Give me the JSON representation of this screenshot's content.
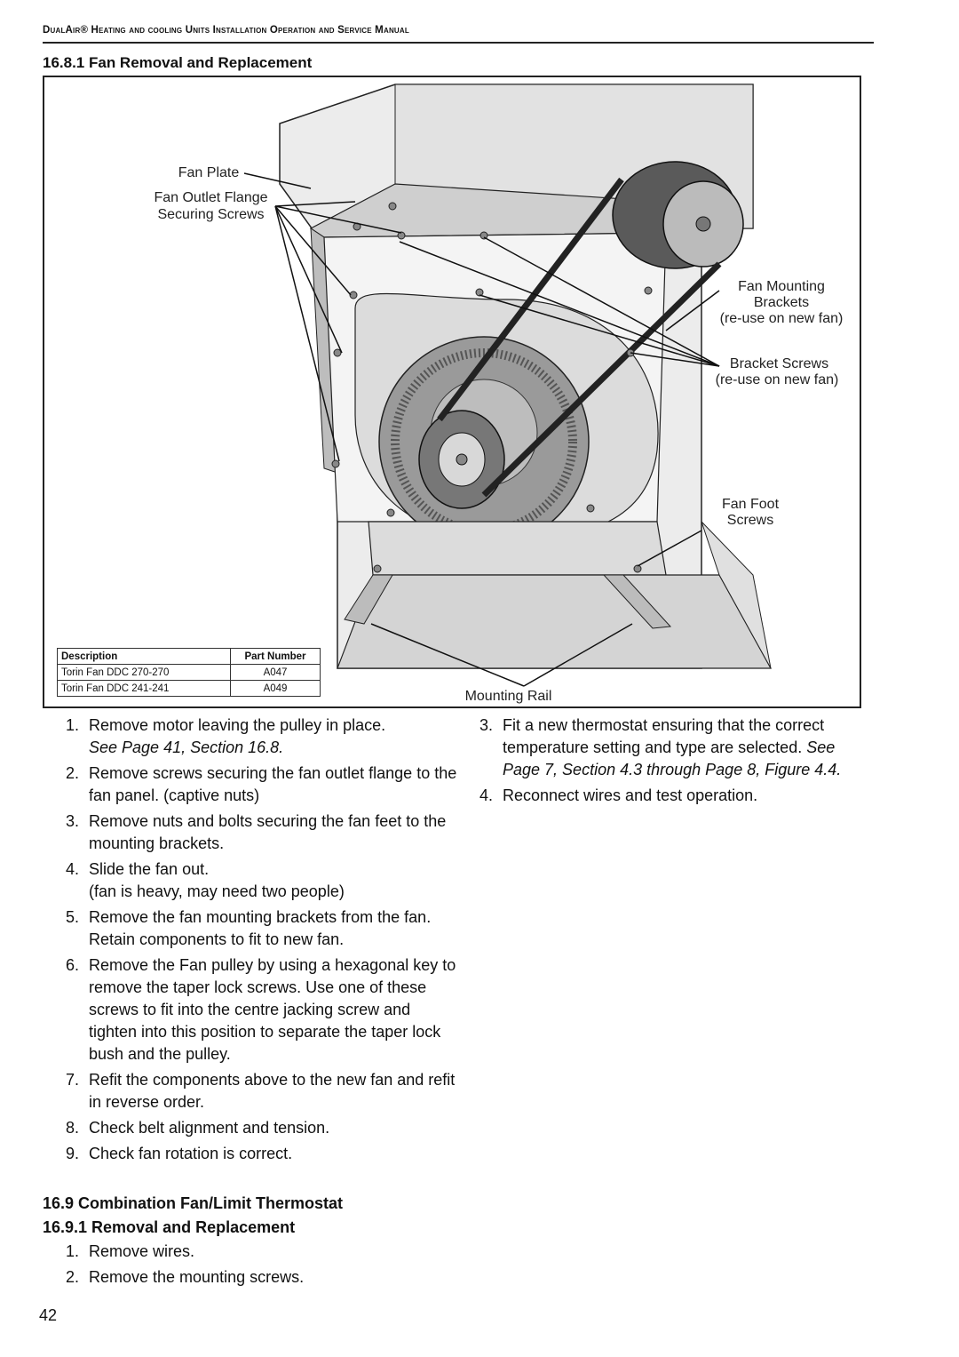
{
  "header": {
    "title": "DualAir® Heating and cooling Units Installation Operation and Service Manual"
  },
  "section_title": "16.8.1 Fan Removal and Replacement",
  "figure": {
    "labels": {
      "fan_plate": "Fan Plate",
      "fan_outlet_flange": "Fan Outlet Flange",
      "securing_screws": "Securing Screws",
      "fan_mounting": "Fan Mounting",
      "brackets": "Brackets",
      "reuse1": "(re-use on new fan)",
      "bracket_screws": "Bracket Screws",
      "reuse2": "(re-use on new fan)",
      "fan_foot": "Fan Foot",
      "screws": "Screws",
      "mounting_rail": "Mounting Rail"
    },
    "table": {
      "headers": [
        "Description",
        "Part Number"
      ],
      "rows": [
        [
          "Torin Fan DDC 270-270",
          "A047"
        ],
        [
          "Torin Fan DDC 241-241",
          "A049"
        ]
      ]
    }
  },
  "left_steps": [
    {
      "num": "1.",
      "text": "Remove motor leaving the pulley in place.",
      "ref": "See Page 41, Section 16.8."
    },
    {
      "num": "2.",
      "text": "Remove screws securing the fan outlet flange to the fan panel. (captive nuts)"
    },
    {
      "num": "3.",
      "text": "Remove nuts and bolts securing the fan feet to the mounting brackets."
    },
    {
      "num": "4.",
      "text": "Slide the fan out.",
      "note": "(fan is heavy, may need two people)"
    },
    {
      "num": "5.",
      "text": "Remove the fan mounting brackets from the fan. Retain components to fit to new fan."
    },
    {
      "num": "6.",
      "text": "Remove the Fan pulley by using a hexagonal key to remove the taper lock screws. Use one of these screws to fit into the centre jacking screw and tighten into this position to separate the taper lock bush and the pulley."
    },
    {
      "num": "7.",
      "text": "Refit the components above to the new fan and refit in reverse order."
    },
    {
      "num": "8.",
      "text": "Check belt alignment and tension."
    },
    {
      "num": "9.",
      "text": "Check fan rotation is correct."
    }
  ],
  "section_169": "16.9 Combination Fan/Limit Thermostat",
  "section_1691": "16.9.1 Removal and Replacement",
  "bottom_steps": [
    {
      "num": "1.",
      "text": "Remove wires."
    },
    {
      "num": "2.",
      "text": "Remove the mounting screws."
    }
  ],
  "right_steps": [
    {
      "num": "3.",
      "text": "Fit a new thermostat ensuring that the correct temperature setting and type are selected.",
      "ref": "See Page 7, Section 4.3 through Page 8, Figure 4.4."
    },
    {
      "num": "4.",
      "text": "Reconnect wires and test operation."
    }
  ],
  "page_number": "42",
  "colors": {
    "panel": "#e6e6e6",
    "panel_dark": "#c9c9c9",
    "wheel": "#8c8c8c",
    "line": "#111111"
  }
}
